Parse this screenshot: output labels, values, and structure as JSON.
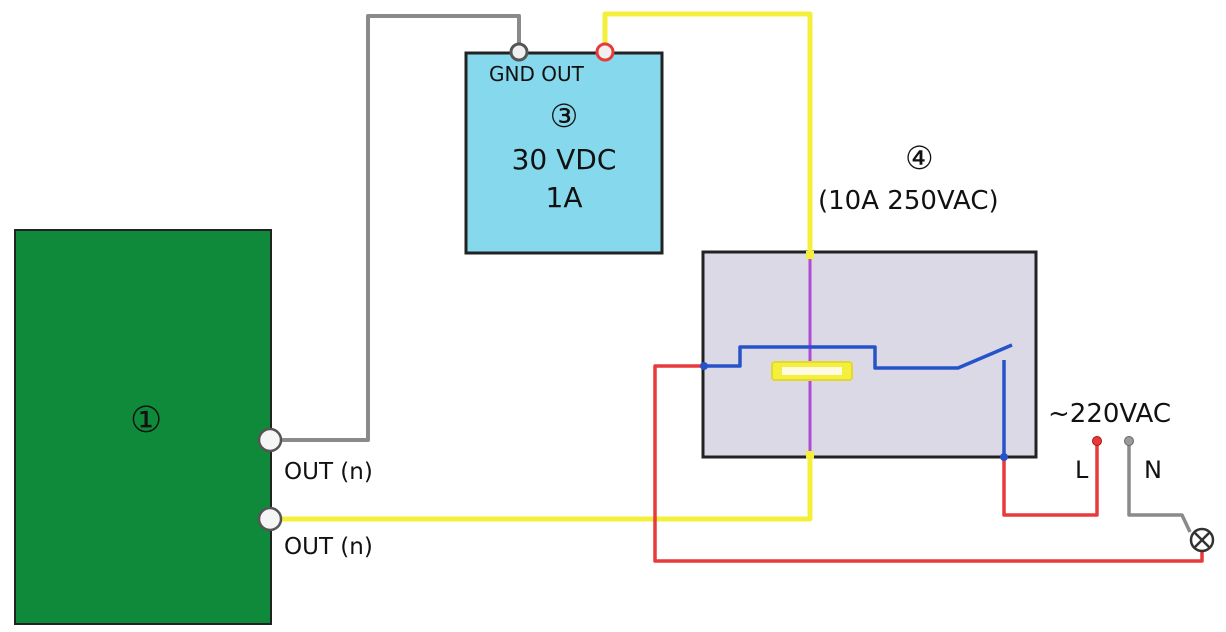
{
  "controller": {
    "marker": "①",
    "out_label_1": "OUT (n)",
    "out_label_2": "OUT (n)",
    "color": "#0e8a3a"
  },
  "power_supply": {
    "marker": "③",
    "terminal_labels": "GND OUT",
    "voltage": "30 VDC",
    "current": "1A",
    "color": "#86d8ec"
  },
  "relay": {
    "marker": "④",
    "rating": "(10A 250VAC)",
    "color": "#dcd9e6"
  },
  "mains": {
    "voltage": "~220VAC",
    "line_label": "L",
    "neutral_label": "N"
  },
  "wire_colors": {
    "gray": "#8a8a8a",
    "yellow": "#f4ef3a",
    "red": "#e83a3a",
    "blue": "#2653c9",
    "purple": "#b04bd6"
  }
}
